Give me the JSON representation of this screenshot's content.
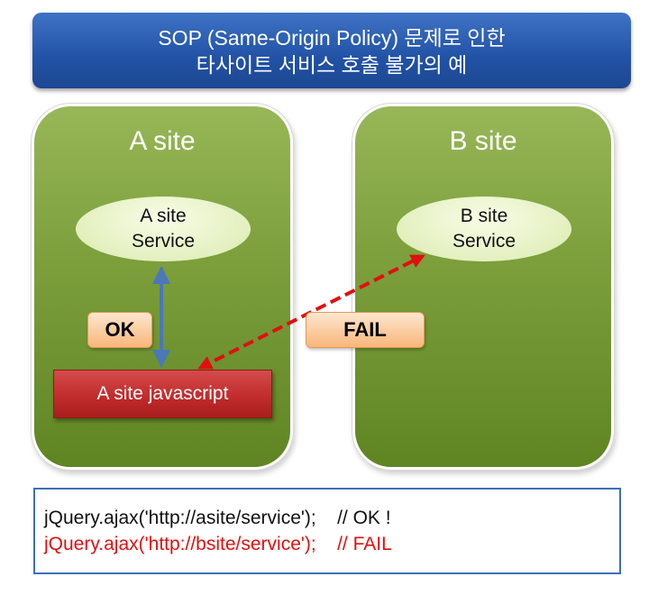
{
  "header": {
    "line1": "SOP (Same-Origin Policy) 문제로 인한",
    "line2": "타사이트 서비스 호출 불가의 예"
  },
  "site_a": {
    "title": "A site",
    "service_line1": "A site",
    "service_line2": "Service",
    "result_label": "OK",
    "script_label": "A site javascript"
  },
  "site_b": {
    "title": "B site",
    "service_line1": "B site",
    "service_line2": "Service",
    "result_label": "FAIL"
  },
  "code": {
    "line1": "jQuery.ajax('http://asite/service');    // OK !",
    "line2": "jQuery.ajax('http://bsite/service');    // FAIL"
  },
  "colors": {
    "header": "#2a5aad",
    "panel": "#7ea03d",
    "script_box": "#c02a2a",
    "ok_arrow": "#4a78b8",
    "fail_arrow": "#e01010",
    "code_border": "#3d6fb5",
    "code_error": "#e01010"
  }
}
